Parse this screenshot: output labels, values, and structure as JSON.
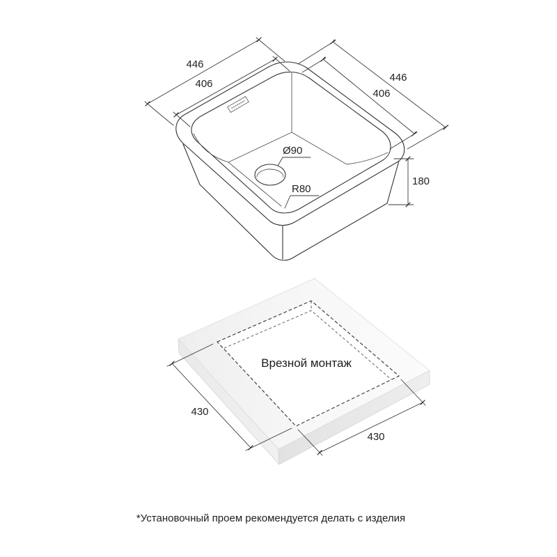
{
  "dimensions": {
    "outer_width_left": "446",
    "inner_width_left": "406",
    "outer_width_right": "446",
    "inner_width_right": "406",
    "drain_diameter": "Ø90",
    "bowl_depth": "180",
    "corner_radius": "R80",
    "cutout_width_left": "430",
    "cutout_width_right": "430"
  },
  "mounting_label": "Врезной монтаж",
  "footnote": "*Установочный проем рекомендуется делать с изделия",
  "colors": {
    "line": "#333333",
    "slab_top": "#f5f5f5",
    "slab_side": "#e6e6e6",
    "background": "#ffffff"
  }
}
